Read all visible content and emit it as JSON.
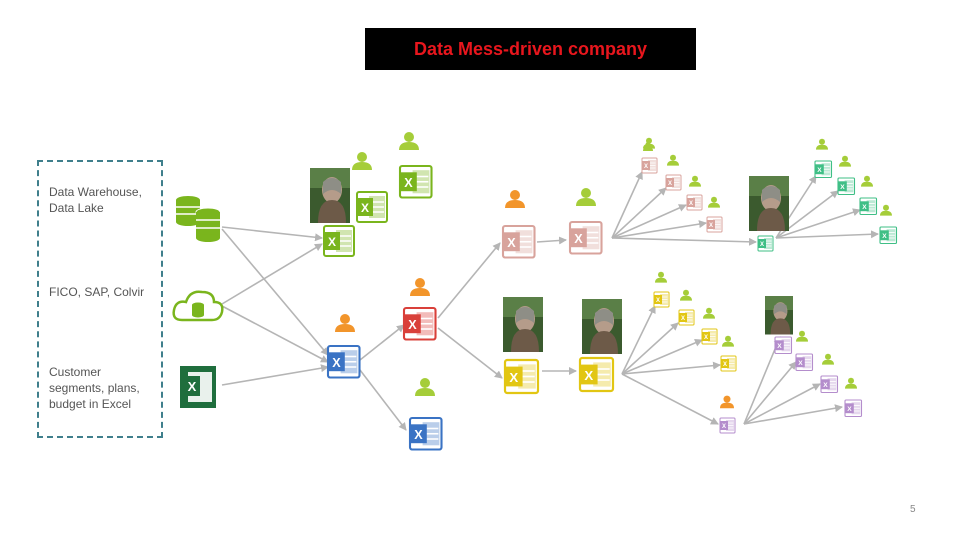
{
  "title": "Data Mess-driven company",
  "page_number": "5",
  "sources": [
    {
      "label": "Data Warehouse,\nData Lake",
      "icon": "database-icon"
    },
    {
      "label": "FICO, SAP, Colvir",
      "icon": "cloud-database-icon"
    },
    {
      "label": "Customer\nsegments, plans,\nbudget in Excel",
      "icon": "excel-icon"
    }
  ],
  "colors": {
    "title_bg": "#000000",
    "title_text": "#e8161d",
    "border": "#3f7f8c",
    "arrow": "#b5b5b5",
    "green": "#7ab51d",
    "blue": "#3a73c4",
    "red": "#d9403a",
    "pink": "#d8a39c",
    "yellow": "#e2c613",
    "purple": "#b48dcc",
    "teal": "#3fbf86",
    "orange": "#f2952b",
    "light_green": "#a5cd39"
  }
}
